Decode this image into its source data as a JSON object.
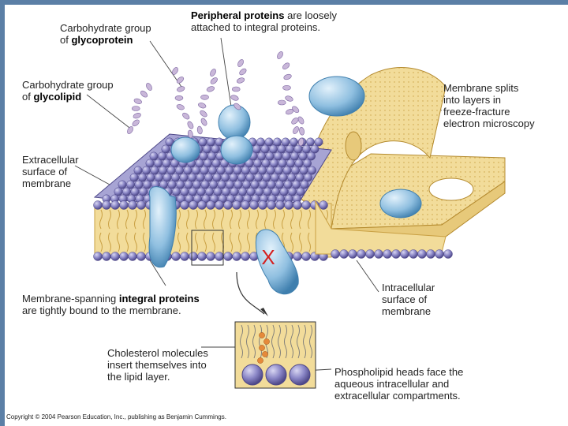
{
  "labels": {
    "carb_glycoprotein_1": "Carbohydrate group",
    "carb_glycoprotein_2": "of ",
    "carb_glycoprotein_bold": "glycoprotein",
    "peripheral_bold": "Peripheral proteins",
    "peripheral_1": " are loosely",
    "peripheral_2": "attached to integral proteins.",
    "carb_glycolipid_1": "Carbohydrate group",
    "carb_glycolipid_2": "of ",
    "carb_glycolipid_bold": "glycolipid",
    "split_1": "Membrane splits",
    "split_2": "into layers in",
    "split_3": "freeze-fracture",
    "split_4": "electron microscopy",
    "extracellular_1": "Extracellular",
    "extracellular_2": "surface of",
    "extracellular_3": "membrane",
    "intracellular_1": "Intracellular",
    "intracellular_2": "surface of",
    "intracellular_3": "membrane",
    "spanning_1": "Membrane-spanning ",
    "spanning_bold": "integral proteins",
    "spanning_2": "are tightly bound to the membrane.",
    "cholesterol_1": "Cholesterol molecules",
    "cholesterol_2": "insert themselves into",
    "cholesterol_3": "the lipid layer.",
    "phospho_1": "Phospholipid heads face the",
    "phospho_2": "aqueous intracellular and",
    "phospho_3": "extracellular compartments.",
    "marker": "X",
    "copyright": "Copyright © 2004 Pearson Education, Inc., publishing as Benjamin Cummings."
  },
  "colors": {
    "head": "#8a86c6",
    "head_dark": "#4d4788",
    "protein": "#8fbfe0",
    "protein_dark": "#3f7fae",
    "tail_layer": "#f2dc9a",
    "tail_line": "#c9a043",
    "carbohydrate": "#c9b7d9",
    "marker": "#d42020"
  }
}
